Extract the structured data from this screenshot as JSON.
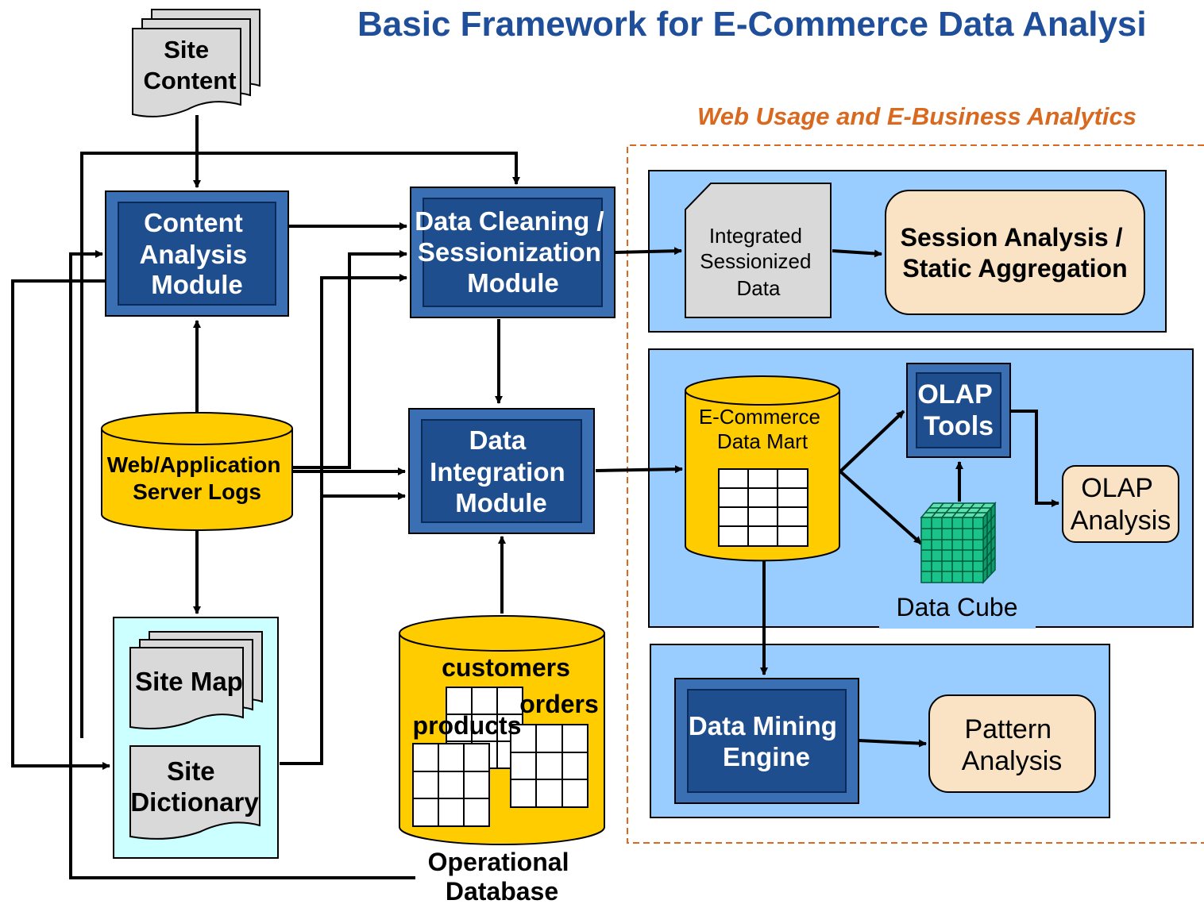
{
  "title": "Basic Framework for E-Commerce Data Analysi",
  "analytics_region_label": "Web Usage and E-Business Analytics",
  "nodes": {
    "site_content": [
      "Site",
      "Content"
    ],
    "content_analysis": [
      "Content",
      "Analysis",
      "Module"
    ],
    "data_cleaning": [
      "Data Cleaning /",
      "Sessionization",
      "Module"
    ],
    "server_logs": [
      "Web/Application",
      "Server Logs"
    ],
    "data_integration": [
      "Data",
      "Integration",
      "Module"
    ],
    "site_map": "Site Map",
    "site_dictionary": [
      "Site",
      "Dictionary"
    ],
    "operational_db": {
      "tables": [
        "customers",
        "orders",
        "products"
      ],
      "caption": [
        "Operational",
        "Database"
      ]
    },
    "integrated_data": [
      "Integrated",
      "Sessionized",
      "Data"
    ],
    "session_analysis": [
      "Session Analysis /",
      "Static Aggregation"
    ],
    "data_mart": [
      "E-Commerce",
      "Data Mart"
    ],
    "olap_tools": [
      "OLAP",
      "Tools"
    ],
    "olap_analysis": [
      "OLAP",
      "Analysis"
    ],
    "data_cube": "Data Cube",
    "data_mining": [
      "Data Mining",
      "Engine"
    ],
    "pattern_analysis": [
      "Pattern",
      "Analysis"
    ]
  },
  "colors": {
    "title": "#1f4e9a",
    "analytics_label": "#d8691f",
    "module_fill": "#1f4e8f",
    "module_bevel": "#3b6fb3",
    "panel_fill": "#99ccff",
    "tan_fill": "#fae3c5",
    "db_fill": "#ffcc00",
    "doc_fill": "#d9d9d9",
    "siteinfo_fill": "#ccffff",
    "cube_fill": "#19c38a"
  }
}
